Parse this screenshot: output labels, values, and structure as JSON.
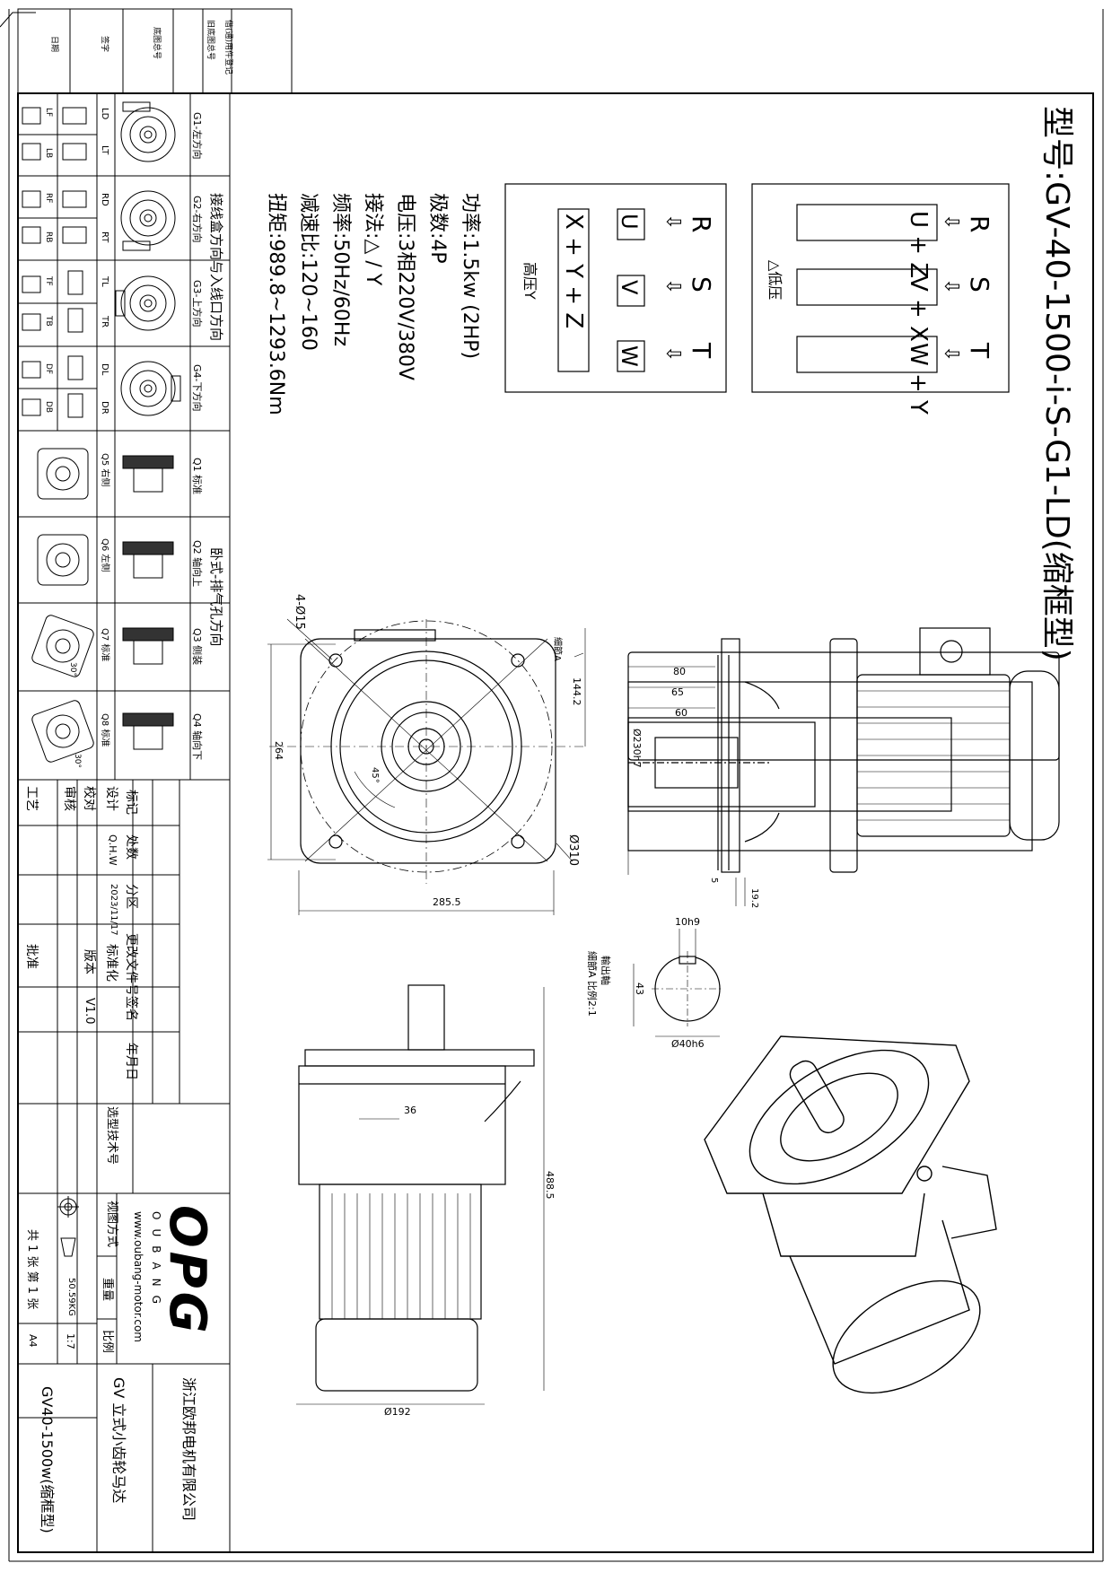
{
  "title": {
    "model_label": "型号:GV-40-1500-i-S-G1-LD(缩框型)"
  },
  "wiring": {
    "low": {
      "caption": "△低压",
      "terminals": [
        "R",
        "S",
        "T"
      ],
      "pairs": [
        "U + Z",
        "V + X",
        "W + Y"
      ]
    },
    "high": {
      "caption": "高压Y",
      "terminals": [
        "R",
        "S",
        "T"
      ],
      "boxes": [
        "U",
        "V",
        "W"
      ],
      "star": "X + Y + Z"
    },
    "arrow": "⇩"
  },
  "specs": [
    "功率:1.5kw (2HP)",
    "极数:4P",
    "电压:3相220V/380V",
    "接法:△ / Y",
    "频率:50Hz/60Hz",
    "减速比:120~160",
    "扭矩:989.8~1293.6Nm"
  ],
  "mounting": {
    "junction_title": "接线盒方向与入线口方向",
    "junction_headers": [
      "G1-左方向",
      "G2-右方向",
      "G3-上方向",
      "G4-下方向"
    ],
    "junction_codes": [
      [
        "LD",
        "LT",
        "LF",
        "LB"
      ],
      [
        "RD",
        "RT",
        "RF",
        "RB"
      ],
      [
        "TL",
        "TR",
        "TF",
        "TB"
      ],
      [
        "DL",
        "DR",
        "DF",
        "DB"
      ]
    ],
    "vent_title": "卧式-排气孔方向",
    "vent_headers": [
      "Q1 标准",
      "Q2 轴向上",
      "Q3 侧装",
      "Q4 轴向下"
    ],
    "vent_sub": [
      "Q5 右侧",
      "Q6 左侧",
      "Q7 标准",
      "Q8 标准"
    ],
    "angles": [
      "30°",
      "30°"
    ]
  },
  "dimensions": {
    "flange_holes": "4-Ø15",
    "d264": "264",
    "d285": "285.5",
    "d310": "Ø310",
    "d144": "144.2",
    "detail_a": "細節A",
    "angle45": "45°",
    "d80": "80",
    "d65": "65",
    "d60": "60",
    "d230": "Ø230h7",
    "d5": "5",
    "d19": "19.2",
    "key_width": "10h9",
    "key_height": "43",
    "shaft_dia": "Ø40h6",
    "shaft_title": "輸出軸",
    "shaft_caption": "細節A 比例2:1",
    "d36": "36",
    "d488": "488.5",
    "d192": "Ø192"
  },
  "title_block": {
    "labels": {
      "mark": "标记",
      "count": "处数",
      "zone": "分区",
      "change_doc": "更改文件号",
      "sign": "签名",
      "date": "年月日",
      "design": "设计",
      "check": "校对",
      "review": "审核",
      "process": "工艺",
      "standard": "标准化",
      "version_label": "版本",
      "approve": "批准",
      "tech_no": "选型技术号",
      "view_method": "视图方式",
      "weight_label": "重量",
      "scale_label": "比例"
    },
    "designer": "Q.H.W",
    "drawn_date": "2023/11/17",
    "version": "V1.0",
    "brand": "OPG",
    "brand_sub": "OUBANG",
    "website": "www.oubang-motor.com",
    "company": "浙江欧邦电机有限公司",
    "product": "GV 立式小齿轮马达",
    "weight": "50.59KG",
    "scale": "1:7",
    "paper": "A4",
    "sheets": "共 1 张 第 1 张",
    "drawing_no": "GV40-1500w(缩框型)"
  },
  "margin_labels": [
    "借(通)用件登记",
    "旧底图总号",
    "底图总号",
    "签字",
    "日期"
  ]
}
